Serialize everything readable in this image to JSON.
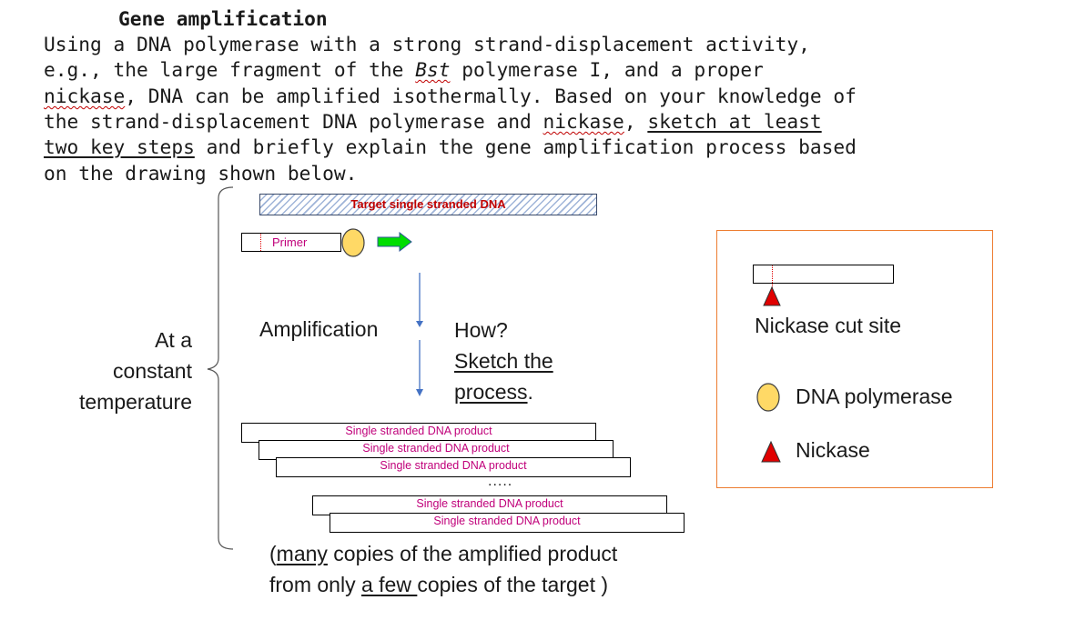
{
  "question": {
    "title": "Gene amplification",
    "line1": "Using a DNA polymerase with a strong strand-displacement activity,",
    "line2_a": "e.g., the large fragment of the ",
    "line2_italic": "Bst",
    "line2_b": " polymerase I, and a proper",
    "line3_wavy": "nickase",
    "line3_rest": ", DNA can be amplified isothermally. Based on your knowledge of",
    "line4_a": "the strand-displacement DNA polymerase and ",
    "line4_wavy": "nickase",
    "line4_b": ", ",
    "line4_ul": "sketch at least",
    "line5_ul": "two key steps",
    "line5_rest": " and briefly explain the gene amplification process based",
    "line6": "on the drawing shown below."
  },
  "diagram": {
    "target_label": "Target single stranded DNA",
    "primer_label": "Primer",
    "amplification_label": "Amplification",
    "how_label": "How?",
    "sketch_line1": "Sketch the",
    "sketch_line2": "process",
    "sketch_period": ".",
    "constant_line1": "At a",
    "constant_line2": "constant",
    "constant_line3": "temperature",
    "products": [
      "Single stranded DNA product",
      "Single stranded DNA product",
      "Single stranded DNA product",
      "Single stranded DNA product",
      "Single stranded DNA product"
    ],
    "ellipsis": ".....",
    "caption_line1_ul": "many",
    "caption_line1_rest": " copies of the amplified product",
    "caption_line2_a": "from only ",
    "caption_line2_ul": "a few ",
    "caption_line2_b": "copies of the target )",
    "caption_open_paren": "("
  },
  "legend": {
    "cut_site_label": "Nickase cut site",
    "polymerase_label": "DNA polymerase",
    "nickase_label": "Nickase"
  },
  "colors": {
    "legend_border": "#ed7d31",
    "polymerase_fill": "#ffd966",
    "nickase_red": "#e00000",
    "arrow_green": "#00cc00",
    "arrow_blue": "#4472c4",
    "product_text": "#c0007a"
  }
}
